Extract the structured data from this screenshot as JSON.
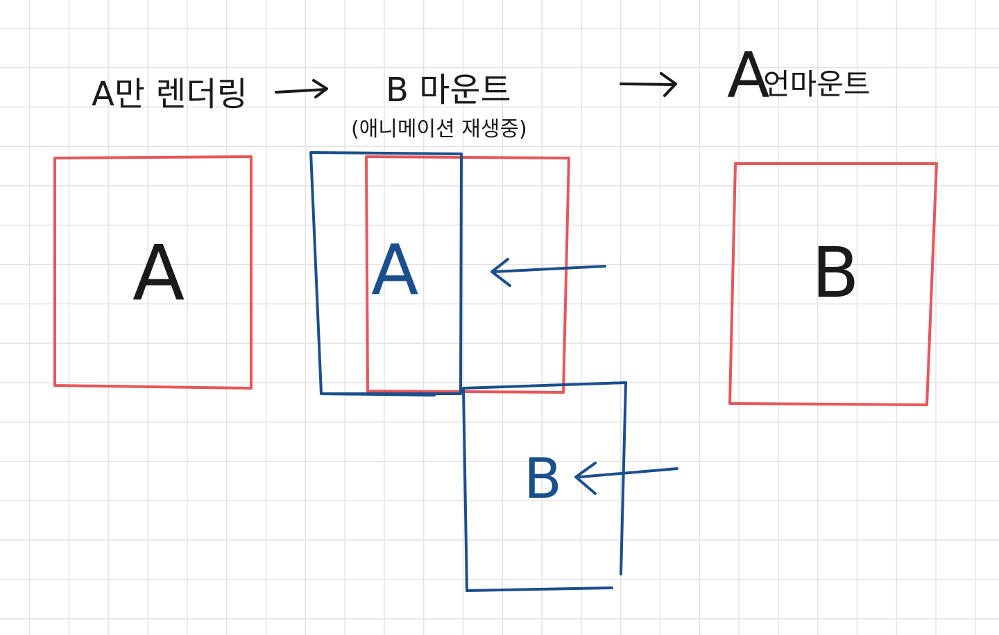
{
  "steps": [
    {
      "title": "A만 렌더링",
      "box_label": "A"
    },
    {
      "title": "B 마운트",
      "subtitle": "(애니메이션 재생중)",
      "box_label_a": "A",
      "box_label_b": "B"
    },
    {
      "title_prefix": "A",
      "title_suffix": "언마운트",
      "box_label": "B"
    }
  ],
  "colors": {
    "viewport": "#e8565a",
    "page": "#1b4f8c",
    "ink": "#1a1a1a",
    "grid": "#e3e3e3"
  }
}
